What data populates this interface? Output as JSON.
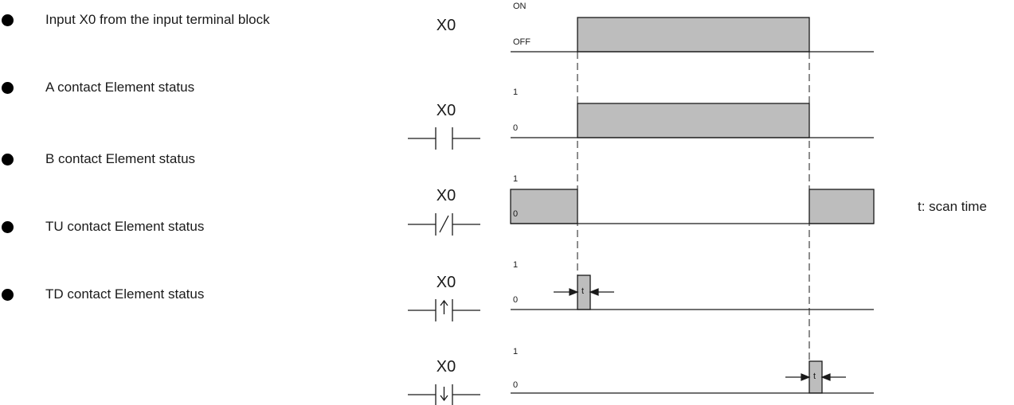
{
  "legend": [
    {
      "label": "Input X0 from the input terminal block"
    },
    {
      "label": "A contact Element status"
    },
    {
      "label": "B contact Element status"
    },
    {
      "label": "TU contact Element status"
    },
    {
      "label": "TD contact Element status"
    }
  ],
  "rows": [
    {
      "symbol_label": "X0",
      "high_label": "ON",
      "low_label": "OFF"
    },
    {
      "symbol_label": "X0",
      "high_label": "1",
      "low_label": "0"
    },
    {
      "symbol_label": "X0",
      "high_label": "1",
      "low_label": "0"
    },
    {
      "symbol_label": "X0",
      "high_label": "1",
      "low_label": "0",
      "pulse_label": "t"
    },
    {
      "symbol_label": "X0",
      "high_label": "1",
      "low_label": "0",
      "pulse_label": "t"
    }
  ],
  "note": "t: scan time",
  "colors": {
    "fill": "#bdbdbd",
    "line": "#1a1a1a"
  }
}
